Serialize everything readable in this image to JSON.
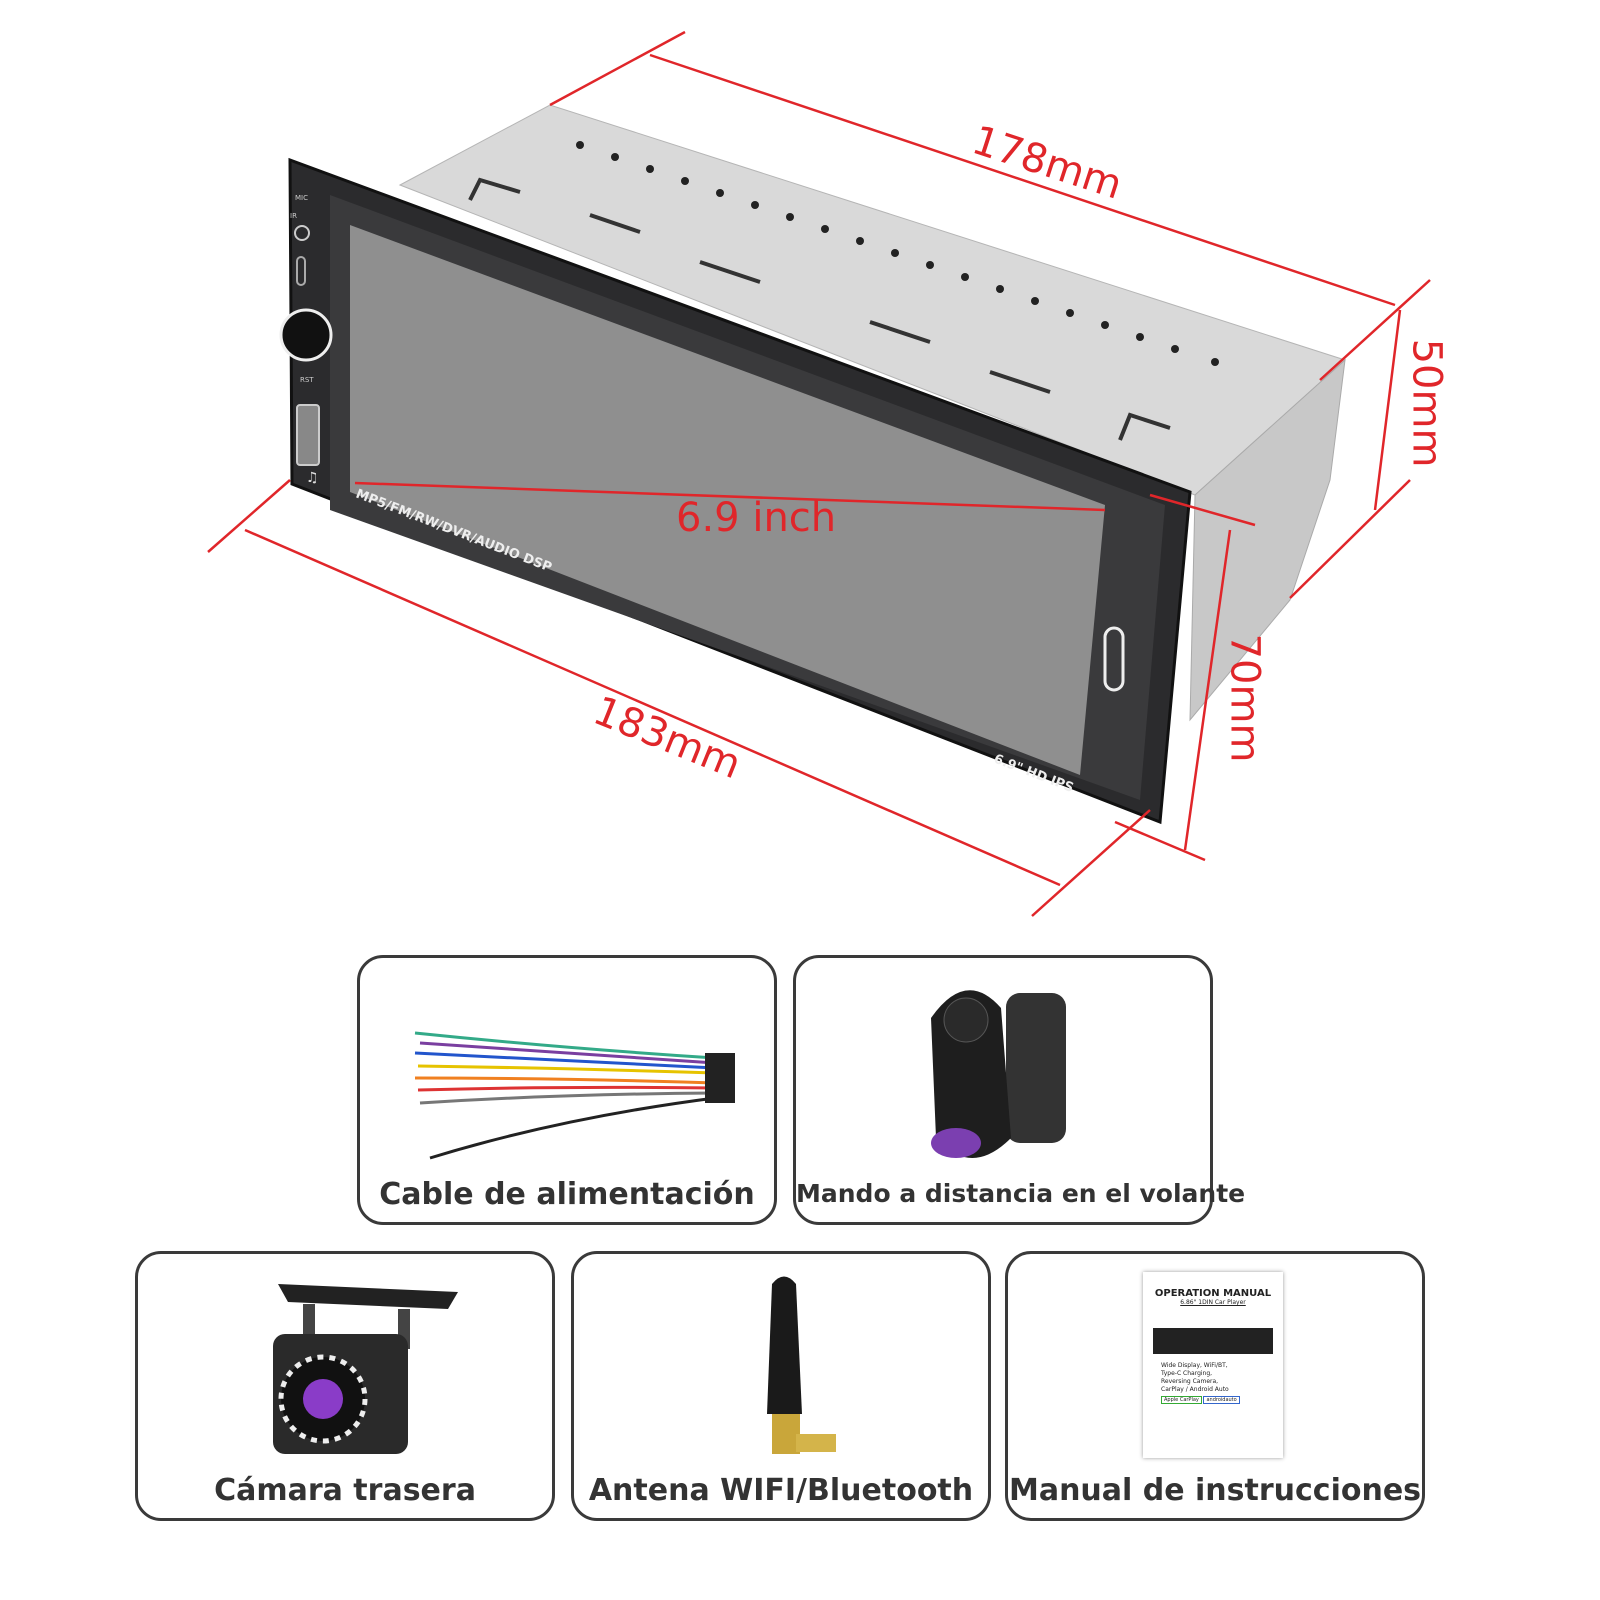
{
  "dimensions": {
    "depth": "178mm",
    "height_rear": "50mm",
    "width_front": "183mm",
    "height_front": "70mm",
    "screen": "6.9 inch"
  },
  "device": {
    "mic_label": "MIC",
    "ir_label": "IR",
    "rst_label": "RST",
    "features_text": "MP5/FM/RW/DVR/AUDIO DSP",
    "screen_badge": "6.9\" HD IPS"
  },
  "accessories": [
    {
      "label": "Cable de alimentación"
    },
    {
      "label": "Mando a distancia en el volante"
    },
    {
      "label": "Cámara trasera"
    },
    {
      "label": "Antena WIFI/Bluetooth"
    },
    {
      "label": "Manual de instrucciones"
    }
  ],
  "manual": {
    "title": "OPERATION MANUAL",
    "subtitle": "6.86\" 1DIN Car Player",
    "features": [
      "Wide Display, WiFi/BT,",
      "Type-C Charging,",
      "Reversing Camera,",
      "CarPlay / Android Auto"
    ],
    "badges": [
      "Apple CarPlay",
      "androidauto"
    ]
  },
  "colors": {
    "dimension": "#e0262a",
    "bezel": "#2b2b2d",
    "screen": "#8f8f8f",
    "chassis": "#d4d4d4"
  }
}
